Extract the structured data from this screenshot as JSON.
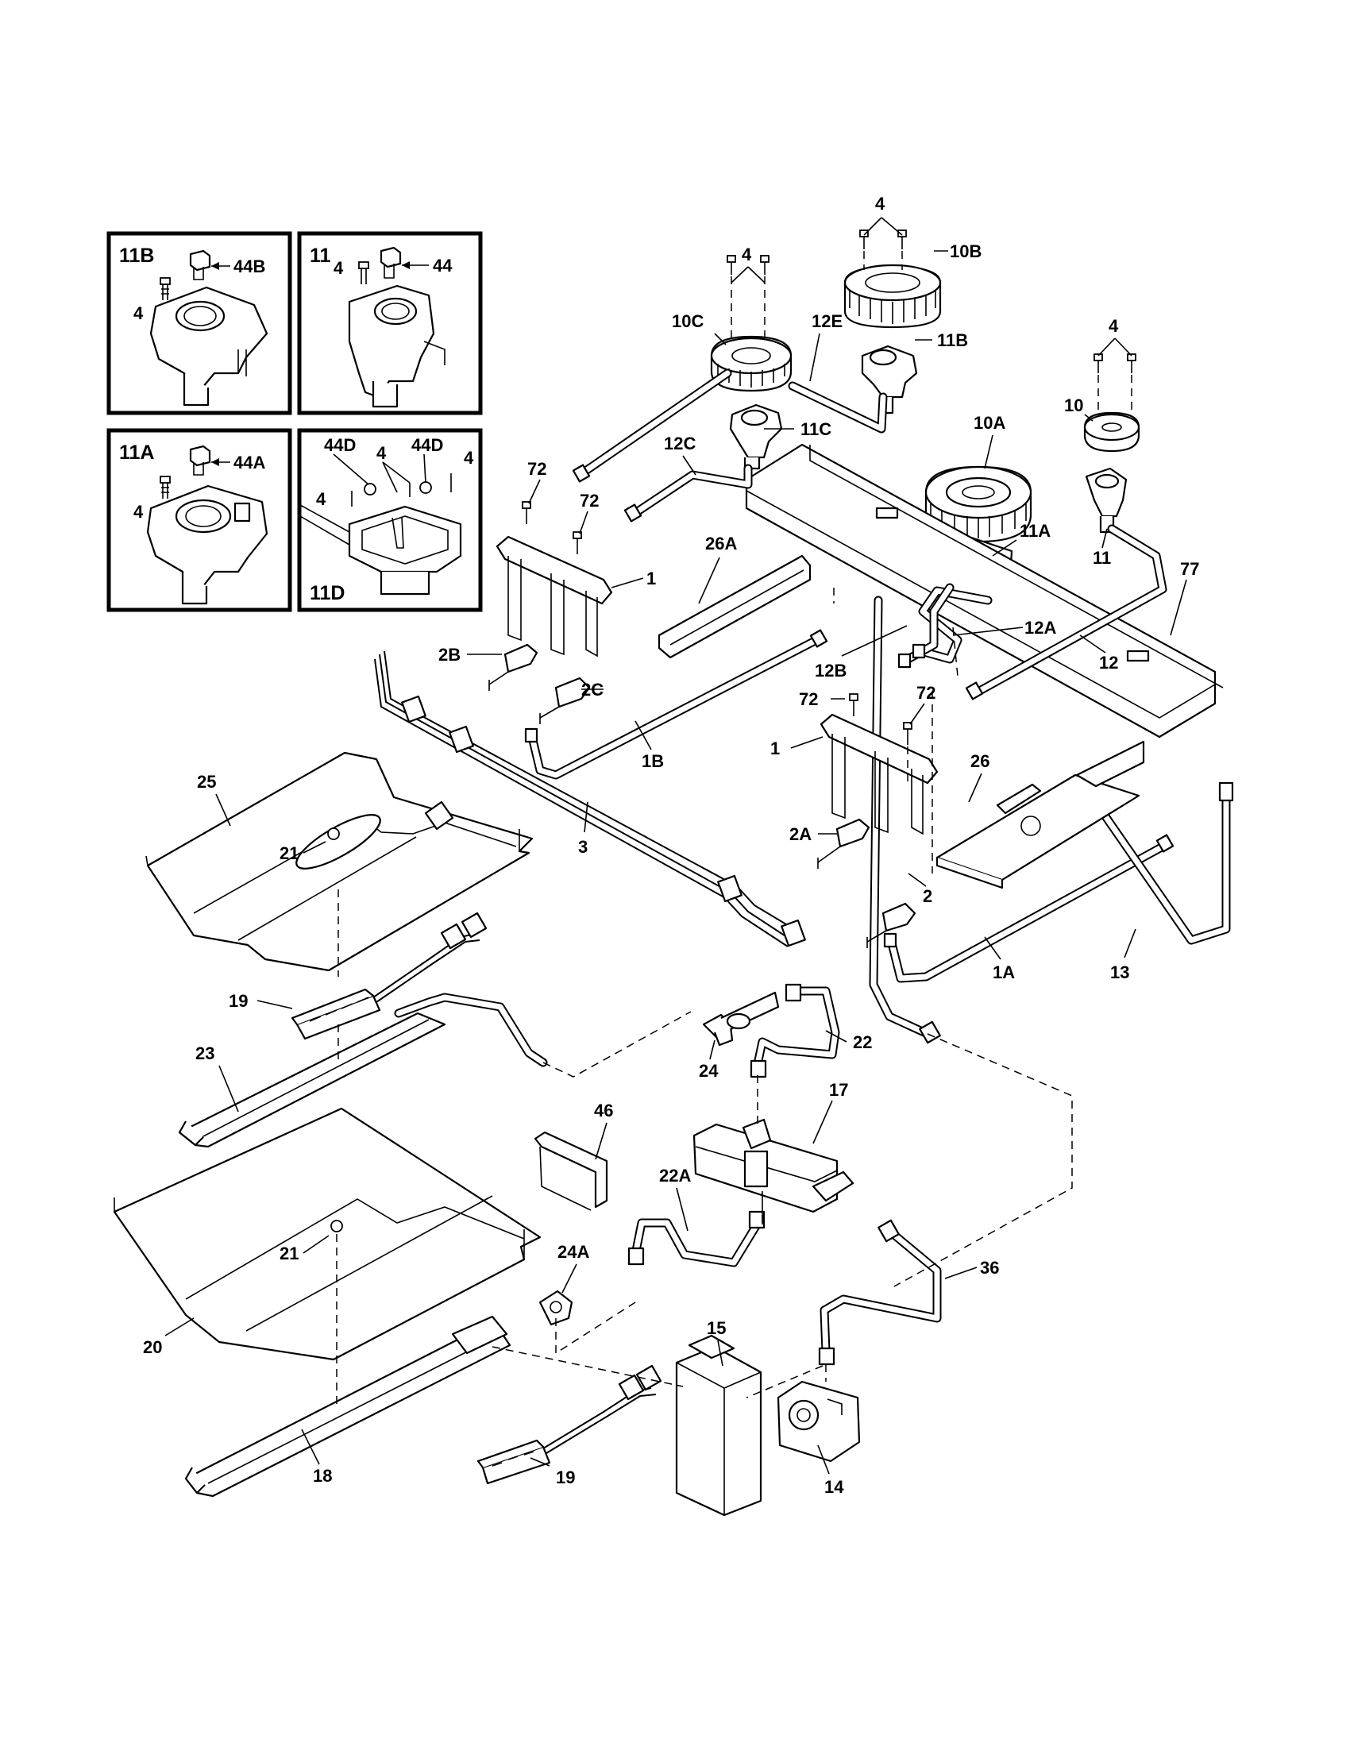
{
  "diagram": {
    "insets": [
      {
        "id": "11B",
        "title": "11B",
        "cap_label": "44B",
        "screw_label": "4"
      },
      {
        "id": "11",
        "title": "11",
        "cap_label": "44",
        "screw_label": "4"
      },
      {
        "id": "11A",
        "title": "11A",
        "cap_label": "44A",
        "screw_label": "4"
      },
      {
        "id": "11D",
        "title": "11D",
        "cap_labels": [
          "44D",
          "4",
          "44D",
          "4",
          "4"
        ]
      }
    ],
    "callouts": [
      "4",
      "10B",
      "4",
      "10C",
      "12E",
      "11B",
      "4",
      "10",
      "11C",
      "10A",
      "12C",
      "72",
      "72",
      "26A",
      "11A",
      "11",
      "1",
      "77",
      "2B",
      "12A",
      "12B",
      "12",
      "2C",
      "72",
      "72",
      "1B",
      "1",
      "26",
      "2A",
      "25",
      "21",
      "3",
      "2",
      "1A",
      "13",
      "19",
      "22",
      "23",
      "24",
      "17",
      "46",
      "22A",
      "24A",
      "36",
      "21",
      "20",
      "15",
      "18",
      "19",
      "14"
    ]
  }
}
